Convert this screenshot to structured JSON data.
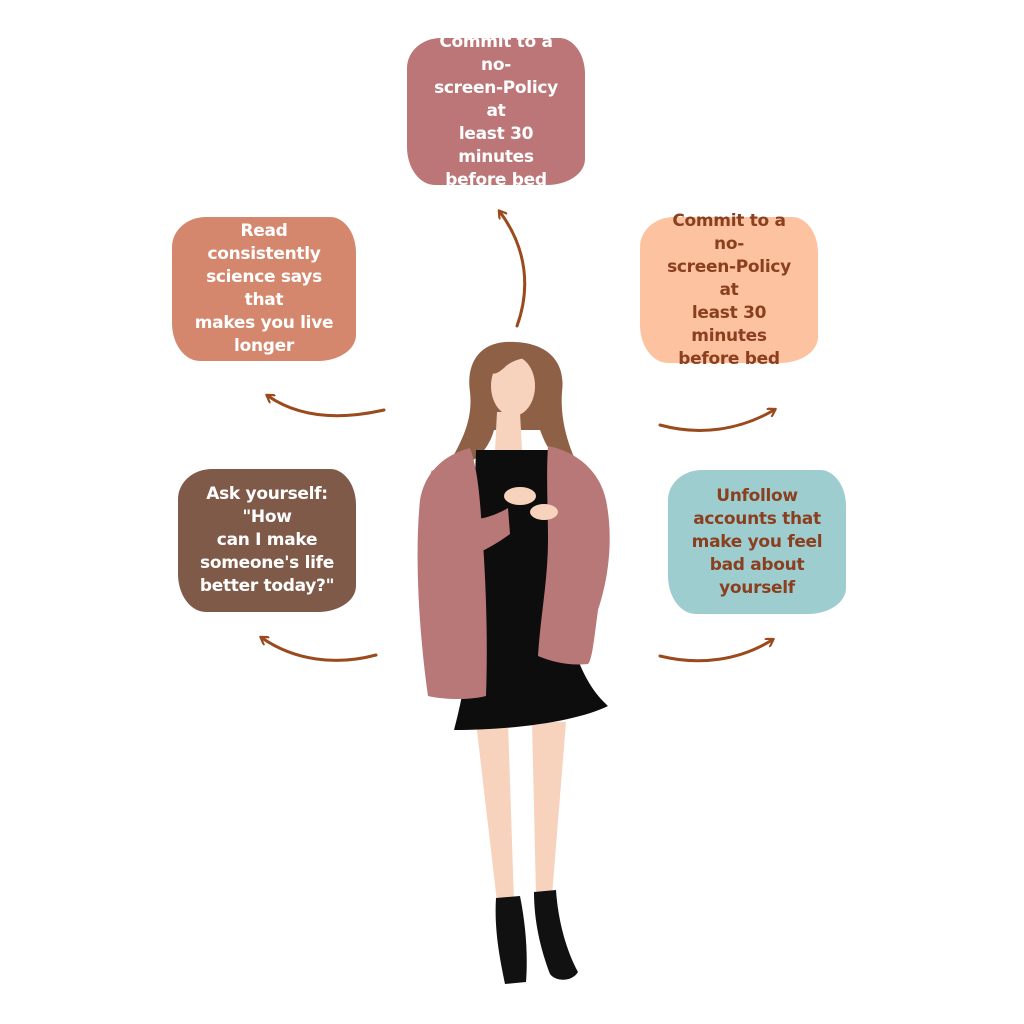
{
  "bubbles": {
    "top": {
      "lines": [
        "Commit to a no-",
        "screen-Policy at",
        "least 30 minutes",
        "before bed"
      ],
      "fill": "#bc7677",
      "text_color": "#ffffff"
    },
    "left_upper": {
      "lines": [
        "Read",
        "consistently",
        "science says that",
        "makes you live",
        "longer"
      ],
      "fill": "#d4876c",
      "text_color": "#ffffff"
    },
    "right_upper": {
      "lines": [
        "Commit to a no-",
        "screen-Policy at",
        "least 30 minutes",
        "before bed"
      ],
      "fill": "#fdc3a1",
      "text_color": "#8a3f1f"
    },
    "left_lower": {
      "lines": [
        "Ask yourself: \"How",
        "can I make",
        "someone's life",
        "better today?\""
      ],
      "fill": "#805a48",
      "text_color": "#ffffff"
    },
    "right_lower": {
      "lines": [
        "Unfollow",
        "accounts that",
        "make you feel",
        "bad about",
        "yourself"
      ],
      "fill": "#9ecdd0",
      "text_color": "#8a3f1f"
    }
  },
  "arrow_color": "#9a4a1c",
  "figure_colors": {
    "hair": "#8e6147",
    "skin": "#f7d3be",
    "cardigan": "#b97878",
    "dress": "#0d0d0d",
    "boots": "#111111"
  }
}
